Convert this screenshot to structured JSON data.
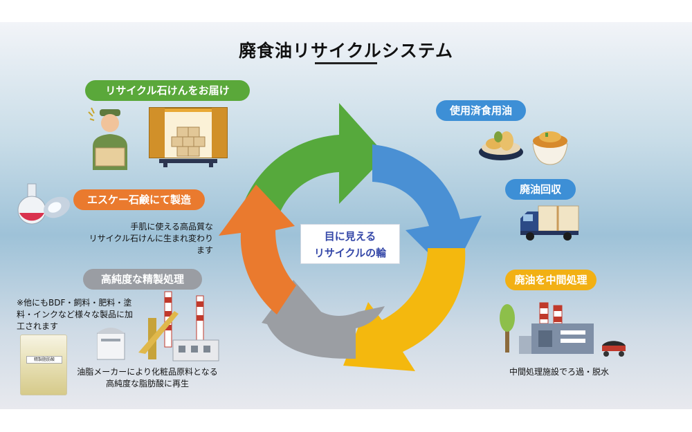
{
  "title": "廃食油リサイクルシステム",
  "center": {
    "line1": "目に見える",
    "line2": "リサイクルの輪"
  },
  "steps": {
    "used_oil": {
      "label": "使用済食用油",
      "color": "#3d8fd6"
    },
    "collection": {
      "label": "廃油回収",
      "color": "#3d8fd6"
    },
    "intermediate": {
      "label": "廃油を中間処理",
      "color": "#f2b014",
      "note": "中間処理施設でろ過・脱水"
    },
    "refining": {
      "label": "高純度な精製処理",
      "color": "#9a9da3",
      "note_line1": "油脂メーカーにより化粧品原料となる",
      "note_line2": "高純度な脂肪酸に再生"
    },
    "manufacture": {
      "label": "エスケー石鹸にて製造",
      "color": "#ea7a2e",
      "note_line1": "手肌に使える高品質な",
      "note_line2": "リサイクル石けんに生まれ変わります"
    },
    "delivery": {
      "label": "リサイクル石けんをお届け",
      "color": "#5aa83a"
    }
  },
  "other_products": {
    "line1": "※他にもBDF・飼料・肥料・塗",
    "line2": "料・インクなど様々な製品に加",
    "line3": "工されます"
  },
  "jar_label": "精製脂肪酸",
  "arrow_colors": {
    "green": "#56a93c",
    "blue": "#4a90d4",
    "yellow": "#f4b80e",
    "gray": "#9b9ea3",
    "orange": "#ea7a2e"
  }
}
